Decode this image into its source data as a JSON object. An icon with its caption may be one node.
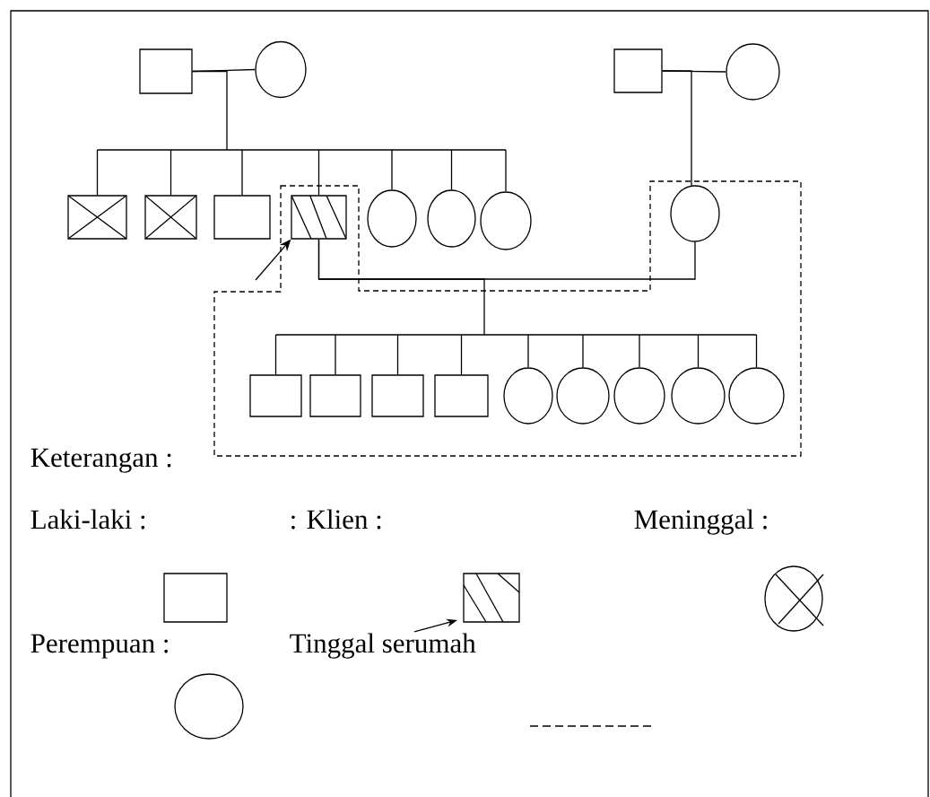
{
  "diagram": {
    "nodes": [
      {
        "text": [],
        "shape": "box"
      },
      {
        "text": [],
        "shape": "circle"
      },
      {
        "text": [],
        "shape": "box"
      },
      {
        "text": [],
        "shape": "circle"
      },
      {
        "text": [],
        "shape": "box"
      },
      {
        "text": [],
        "shape": "box"
      },
      {
        "text": [],
        "shape": "box"
      },
      {
        "text": [],
        "shape": "box"
      },
      {
        "text": [],
        "shape": "circle"
      },
      {
        "text": [],
        "shape": "circle"
      },
      {
        "text": [],
        "shape": "circle"
      },
      {
        "text": [],
        "shape": "circle"
      },
      {
        "text": [],
        "shape": "box"
      },
      {
        "text": [],
        "shape": "box"
      },
      {
        "text": [],
        "shape": "box"
      },
      {
        "text": [],
        "shape": "box"
      },
      {
        "text": [],
        "shape": "circle"
      },
      {
        "text": [],
        "shape": "circle"
      },
      {
        "text": [],
        "shape": "circle"
      },
      {
        "text": [],
        "shape": "circle"
      },
      {
        "text": [],
        "shape": "circle"
      }
    ],
    "edges": [
      {
        "from": 0,
        "to": 1,
        "arrow": "none"
      },
      {
        "from": 0,
        "to": 4,
        "arrow": "none"
      },
      {
        "from": 0,
        "to": 5,
        "arrow": "none"
      },
      {
        "from": 0,
        "to": 6,
        "arrow": "none"
      },
      {
        "from": 0,
        "to": 7,
        "arrow": "none"
      },
      {
        "from": 0,
        "to": 8,
        "arrow": "none"
      },
      {
        "from": 0,
        "to": 9,
        "arrow": "none"
      },
      {
        "from": 0,
        "to": 10,
        "arrow": "none"
      },
      {
        "from": 2,
        "to": 3,
        "arrow": "none"
      },
      {
        "from": 2,
        "to": 11,
        "arrow": "none"
      },
      {
        "from": 7,
        "to": 11,
        "arrow": "none"
      },
      {
        "from": 7,
        "to": 12,
        "arrow": "none"
      },
      {
        "from": 7,
        "to": 13,
        "arrow": "none"
      },
      {
        "from": 7,
        "to": 14,
        "arrow": "none"
      },
      {
        "from": 7,
        "to": 15,
        "arrow": "none"
      },
      {
        "from": 7,
        "to": 16,
        "arrow": "none"
      },
      {
        "from": 7,
        "to": 17,
        "arrow": "none"
      },
      {
        "from": 7,
        "to": 18,
        "arrow": "none"
      },
      {
        "from": 7,
        "to": 19,
        "arrow": "none"
      },
      {
        "from": 7,
        "to": 20,
        "arrow": "none"
      },
      {
        "from": null,
        "to": 7,
        "arrow": "to"
      }
    ],
    "labels": [
      "Keterangan :"
    ],
    "legend": [
      {
        "text": "Laki-laki :"
      },
      {
        "text": ": Klien :"
      },
      {
        "text": "Meninggal :"
      },
      {
        "text": "Perempuan :"
      },
      {
        "text": "Tinggal serumah"
      }
    ]
  }
}
